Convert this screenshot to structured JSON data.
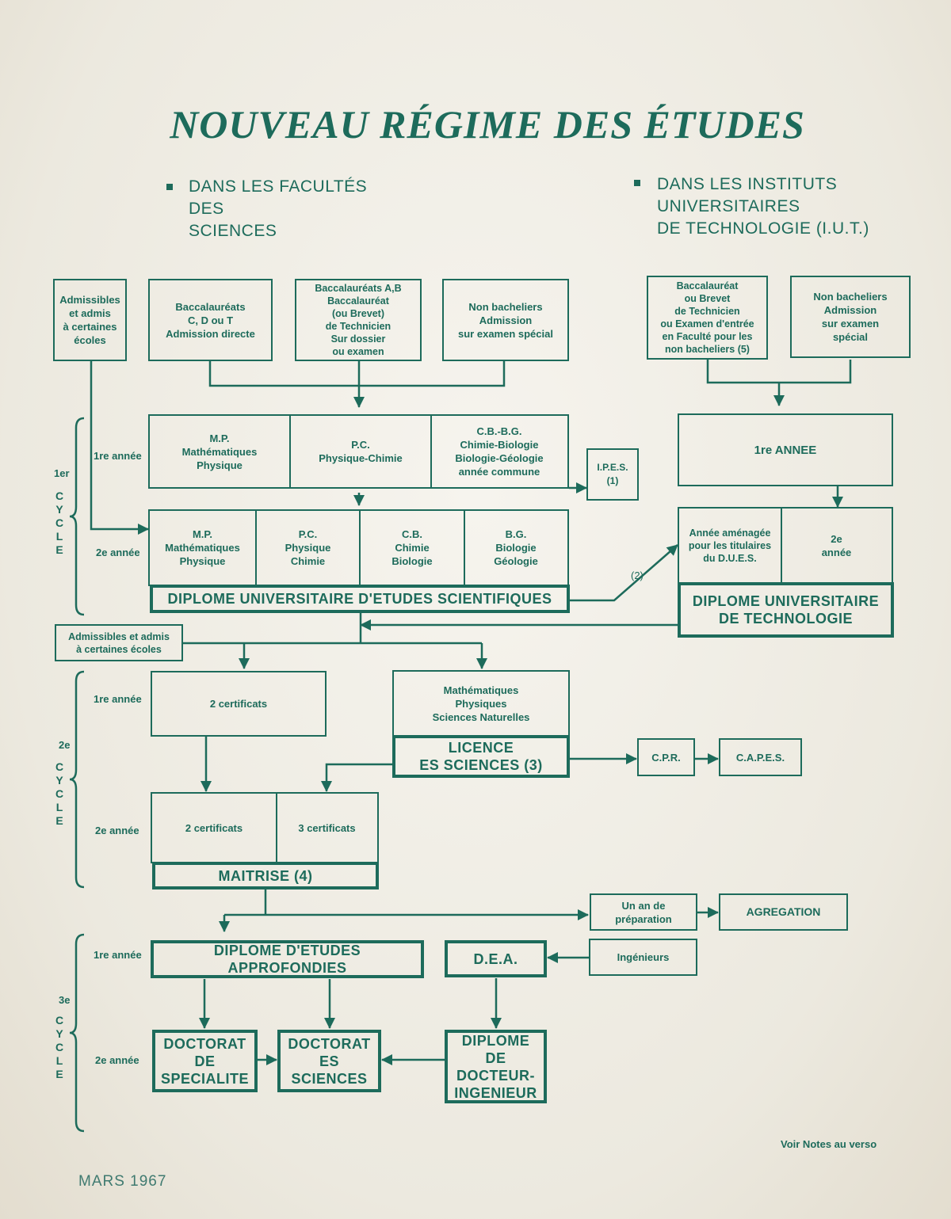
{
  "title": "NOUVEAU RÉGIME DES ÉTUDES",
  "headers": {
    "faculties": [
      "DANS LES FACULTÉS",
      "DES",
      "SCIENCES"
    ],
    "iut": [
      "DANS LES INSTITUTS",
      "UNIVERSITAIRES",
      "DE TECHNOLOGIE (I.U.T.)"
    ]
  },
  "entry": {
    "admissibles": "Admissibles\net admis\nà certaines\nécoles",
    "bac_cdt": "Baccalauréats\nC, D ou T\nAdmission directe",
    "bac_ab": "Baccalauréats A,B\nBaccalauréat\n(ou Brevet)\nde Technicien\nSur dossier\nou examen",
    "non_bach": "Non bacheliers\nAdmission\nsur examen spécial",
    "iut_bac": "Baccalauréat\nou Brevet\nde Technicien\nou Examen d'entrée\nen Faculté pour les\nnon bacheliers (5)",
    "iut_non_bach": "Non bacheliers\nAdmission\nsur examen\nspécial"
  },
  "cycle1": {
    "label_num": "1er",
    "label_cycle": "C\nY\nC\nL\nE",
    "year1_label": "1re année",
    "year2_label": "2e année",
    "year1": [
      "M.P.\nMathématiques\nPhysique",
      "P.C.\nPhysique-Chimie",
      "C.B.-B.G.\nChimie-Biologie\nBiologie-Géologie\nannée commune"
    ],
    "ipes": "I.P.E.S.\n(1)",
    "year2": [
      "M.P.\nMathématiques\nPhysique",
      "P.C.\nPhysique\nChimie",
      "C.B.\nChimie\nBiologie",
      "B.G.\nBiologie\nGéologie"
    ],
    "diploma": "DIPLOME UNIVERSITAIRE D'ETUDES SCIENTIFIQUES",
    "note2": "(2)"
  },
  "iut": {
    "year1": "1re ANNEE",
    "amenagee": "Année aménagée\npour les titulaires\ndu D.U.E.S.",
    "year2": "2e\nannée",
    "diploma": "DIPLOME UNIVERSITAIRE\nDE TECHNOLOGIE"
  },
  "cycle2": {
    "label_num": "2e",
    "label_cycle": "C\nY\nC\nL\nE",
    "admissibles": "Admissibles et admis\nà certaines écoles",
    "year1_label": "1re année",
    "year2_label": "2e année",
    "cert2": "2 certificats",
    "licence_subjects": "Mathématiques\nPhysiques\nSciences Naturelles",
    "licence": "LICENCE\nES SCIENCES (3)",
    "cpr": "C.P.R.",
    "capes": "C.A.P.E.S.",
    "m_cert2": "2 certificats",
    "m_cert3": "3 certificats",
    "maitrise": "MAITRISE (4)",
    "prep": "Un an de\npréparation",
    "agregation": "AGREGATION"
  },
  "cycle3": {
    "label_num": "3e",
    "label_cycle": "C\nY\nC\nL\nE",
    "year1_label": "1re année",
    "year2_label": "2e année",
    "dea_full": "DIPLOME D'ETUDES\nAPPROFONDIES",
    "dea": "D.E.A.",
    "ingenieurs": "Ingénieurs",
    "doc_spec": "DOCTORAT\nDE\nSPECIALITE",
    "doc_sci": "DOCTORAT\nES\nSCIENCES",
    "doc_ing": "DIPLOME\nDE\nDOCTEUR-\nINGENIEUR"
  },
  "footer": {
    "note": "Voir Notes au verso",
    "date": "MARS 1967"
  },
  "colors": {
    "ink": "#1d6b5b",
    "paper": "#f0eee6"
  }
}
